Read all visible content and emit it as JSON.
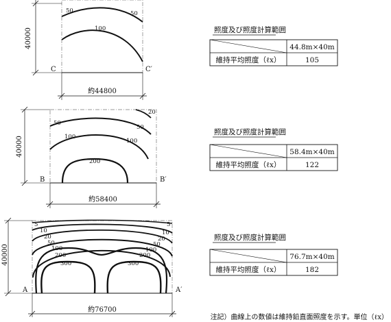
{
  "panels": [
    {
      "width_label": "約44800",
      "height_label": "40000",
      "left_point": "C",
      "right_point": "C′",
      "contours": [
        "50",
        "50",
        "100"
      ]
    },
    {
      "width_label": "約58400",
      "height_label": "40000",
      "left_point": "B",
      "right_point": "B′",
      "contours": [
        "20",
        "50",
        "50",
        "100",
        "100",
        "200"
      ]
    },
    {
      "width_label": "約76700",
      "height_label": "40000",
      "left_point": "A",
      "right_point": "A′",
      "contours": [
        "5",
        "5",
        "10",
        "10",
        "20",
        "20",
        "50",
        "50",
        "100",
        "100",
        "200",
        "200",
        "300",
        "300"
      ]
    }
  ],
  "tables": [
    {
      "title": "照度及び照度計算範囲",
      "range": "44.8m×40m",
      "row_label": "維持平均照度（ℓx）",
      "value": "105"
    },
    {
      "title": "照度及び照度計算範囲",
      "range": "58.4m×40m",
      "row_label": "維持平均照度（ℓx）",
      "value": "122"
    },
    {
      "title": "照度及び照度計算範囲",
      "range": "76.7m×40m",
      "row_label": "維持平均照度（ℓx）",
      "value": "182"
    }
  ],
  "note": "注記）曲線上の数値は維持鉛直面照度を示す。単位（ℓx）"
}
